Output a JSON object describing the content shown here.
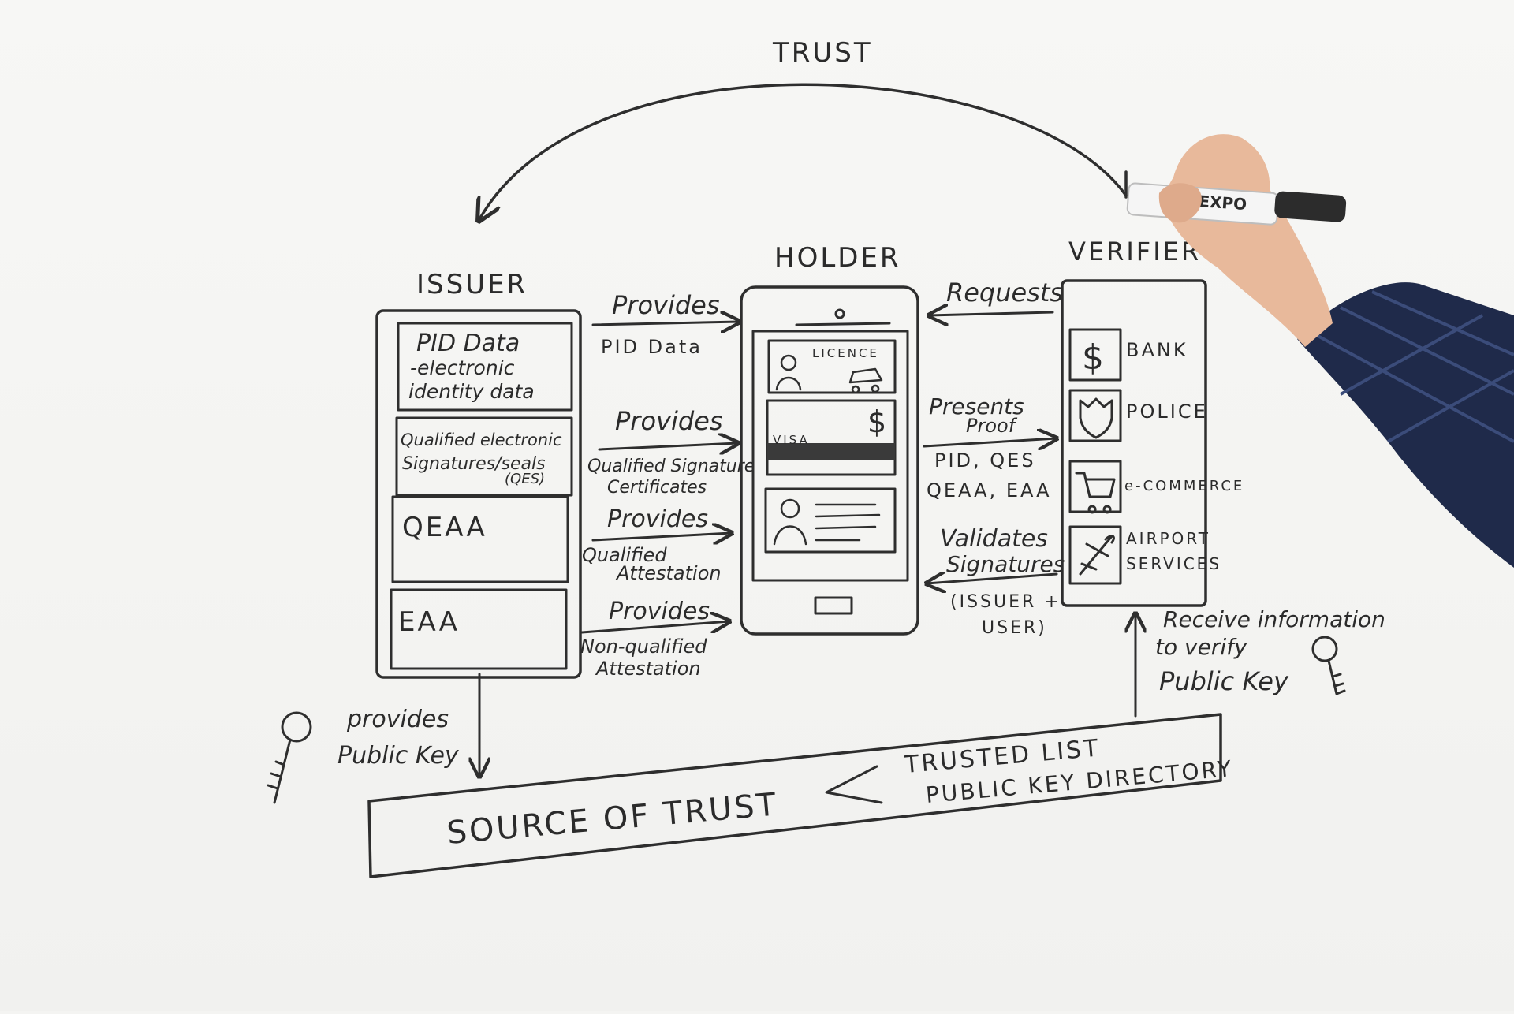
{
  "diagram": {
    "trust": "TRUST",
    "issuer": {
      "title": "ISSUER",
      "boxes": [
        [
          "PID Data",
          "-electronic",
          "identity data"
        ],
        [
          "Qualified electronic",
          "Signatures/seals",
          "(QES)"
        ],
        [
          "QEAA"
        ],
        [
          "EAA"
        ]
      ]
    },
    "holder": {
      "title": "HOLDER",
      "card_licence": "LICENCE",
      "card_visa": "VISA",
      "card_dollar": "$"
    },
    "verifier": {
      "title": "VERIFIER",
      "items": [
        {
          "label": "BANK",
          "icon": "dollar-icon"
        },
        {
          "label": "POLICE",
          "icon": "shield-icon"
        },
        {
          "label": "e-COMMERCE",
          "icon": "cart-icon"
        },
        {
          "label": [
            "AIRPORT",
            "SERVICES"
          ],
          "icon": "plane-icon"
        }
      ]
    },
    "flows_issuer_to_holder": [
      {
        "verb": "Provides",
        "object": [
          "PID Data"
        ]
      },
      {
        "verb": "Provides",
        "object": [
          "Qualified Signature",
          "Certificates"
        ]
      },
      {
        "verb": "Provides",
        "object": [
          "Qualified",
          "Attestation"
        ]
      },
      {
        "verb": "Provides",
        "object": [
          "Non-qualified",
          "Attestation"
        ]
      }
    ],
    "flows_verifier_holder": {
      "requests": "Requests",
      "presents": [
        "Presents",
        "Proof"
      ],
      "presents_items": [
        "PID, QES",
        "QEAA, EAA"
      ],
      "validates": [
        "Validates",
        "Signatures"
      ],
      "validates_note": [
        "(ISSUER +",
        "USER)"
      ]
    },
    "provides_public_key": [
      "provides",
      "Public Key"
    ],
    "receive_info": [
      "Receive information",
      "to verify",
      "Public Key"
    ],
    "source_of_trust": "SOURCE OF TRUST",
    "trusted_list": [
      "TRUSTED LIST",
      "PUBLIC KEY DIRECTORY"
    ]
  },
  "colors": {
    "ink": "#2e2e2e",
    "board": "#f4f4f2",
    "sleeve": "#1f2a4a",
    "skin": "#e8b99b"
  },
  "props": {
    "marker_brand": "EXPO"
  }
}
